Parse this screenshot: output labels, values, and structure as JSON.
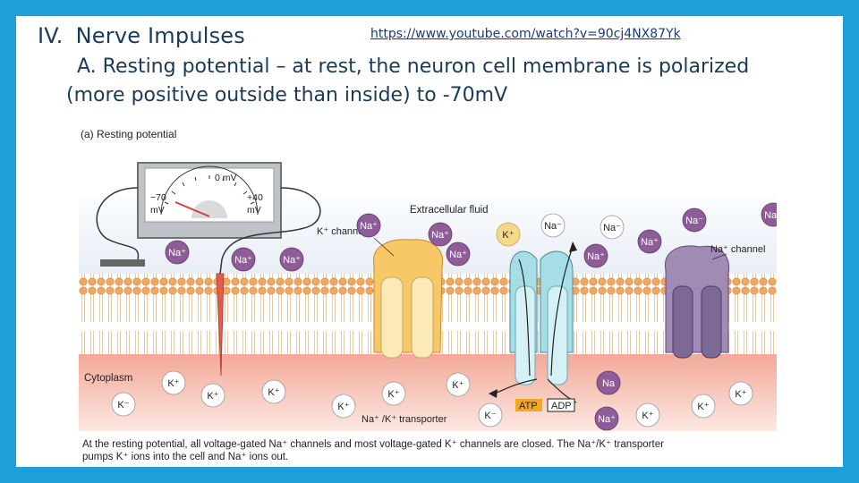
{
  "heading": {
    "numeral": "IV.",
    "text": "Nerve Impulses"
  },
  "link_url": "https://www.youtube.com/watch?v=90cj4NX87Yk",
  "subpoint": {
    "line1": "A.  Resting potential – at rest, the neuron cell membrane is polarized",
    "line2": "(more positive outside than inside) to -70mV"
  },
  "figure": {
    "panel_title": "(a) Resting potential",
    "meter": {
      "zero": "0 mV",
      "left_val": "−70",
      "left_unit": "mV",
      "right_val": "+40",
      "right_unit": "mV"
    },
    "extracellular": "Extracellular fluid",
    "cytoplasm": "Cytoplasm",
    "k_channel": "K⁺ channel",
    "na_channel": "Na⁺ channel",
    "transporter": "Na⁺ /K⁺ transporter",
    "atp": "ATP",
    "adp": "ADP",
    "caption_line1": "At the resting potential, all voltage-gated Na⁺ channels and most voltage-gated K⁺ channels are closed. The Na⁺/K⁺ transporter",
    "caption_line2": "pumps K⁺ ions into the cell and Na⁺ ions out.",
    "ions": {
      "na": "Na⁺",
      "na_minus": "Na⁻",
      "k": "K⁺",
      "k_minus": "K⁻",
      "na_plain": "Na",
      "k_plain": "K⁺"
    }
  },
  "colors": {
    "background": "#1f9fd7",
    "text": "#1a3a5a",
    "na_ion": "#8e5c96",
    "k_ion": "#f5d98a",
    "membrane_head": "#f0a860",
    "cytoplasm": "#f7c8bc"
  }
}
